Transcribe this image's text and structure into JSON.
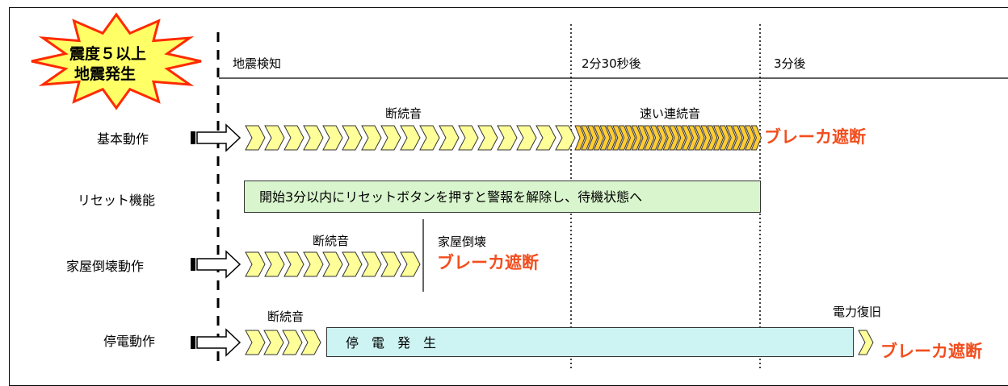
{
  "badge": {
    "line1": "震度５以上",
    "line2": "地震発生"
  },
  "timeline": {
    "t0_label": "地震検知",
    "t1_label": "2分30秒後",
    "t2_label": "3分後"
  },
  "rows": {
    "basic": {
      "label": "基本動作",
      "intermittent_label": "断続音",
      "fast_label": "速い連続音",
      "result": "ブレーカ遮断"
    },
    "reset": {
      "label": "リセット機能",
      "description": "開始3分以内にリセットボタンを押すと警報を解除し、待機状態へ"
    },
    "collapse": {
      "label": "家屋倒壊動作",
      "intermittent_label": "断続音",
      "event_label": "家屋倒壊",
      "result": "ブレーカ遮断"
    },
    "outage": {
      "label": "停電動作",
      "intermittent_label": "断続音",
      "outage_text": "停　電　発　生",
      "restore_label": "電力復旧",
      "result": "ブレーカ遮断"
    }
  },
  "colors": {
    "chevron_fill": "#ffff99",
    "chevron_fast_fill": "#ffcc33",
    "badge_fill": "#ffff66",
    "badge_stroke": "#ff2a00",
    "reset_box": "#d9f5cd",
    "outage_box": "#cdf3f3",
    "alert_text": "#f24e1e"
  }
}
